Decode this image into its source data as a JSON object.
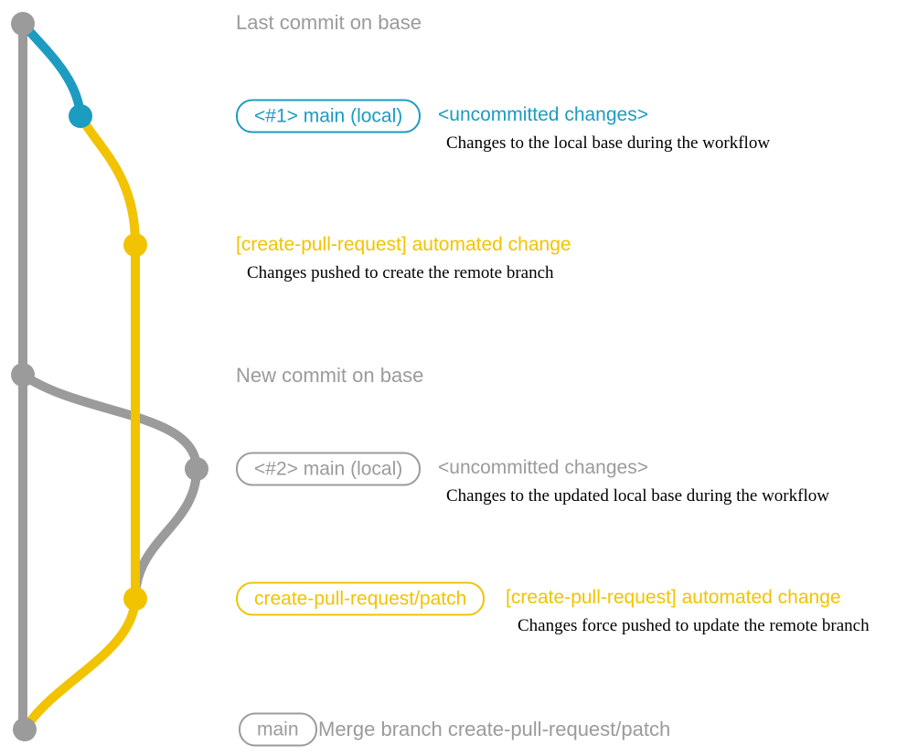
{
  "colors": {
    "gray": "#9b9b9b",
    "blue": "#1b9cc0",
    "yellow": "#f2c300",
    "ink": "#000000",
    "background": "#ffffff"
  },
  "annotations": {
    "last_commit_label": "Last commit on base",
    "new_commit_label": "New commit on base",
    "local1": {
      "badge": "<#1> main (local)",
      "status": "<uncommitted changes>",
      "description": "Changes to the local base during the workflow"
    },
    "push1": {
      "title": "[create-pull-request] automated change",
      "description": "Changes pushed to create the remote branch"
    },
    "local2": {
      "badge": "<#2> main (local)",
      "status": "<uncommitted changes>",
      "description": "Changes to the updated local base during the workflow"
    },
    "push2": {
      "badge": "create-pull-request/patch",
      "title": "[create-pull-request] automated change",
      "description": "Changes force pushed to update the remote branch"
    },
    "merge": {
      "badge": "main",
      "title": "Merge branch create-pull-request/patch"
    }
  },
  "diagram": {
    "type": "git-graph",
    "branches": [
      {
        "name": "base",
        "color": "gray"
      },
      {
        "name": "main (local) #1",
        "color": "blue"
      },
      {
        "name": "create-pull-request/patch",
        "color": "yellow"
      },
      {
        "name": "main (local) #2",
        "color": "gray"
      }
    ],
    "commits": [
      {
        "order": 1,
        "color": "gray",
        "label": "Last commit on base"
      },
      {
        "order": 2,
        "color": "blue",
        "label": "<#1> main (local) <uncommitted changes>"
      },
      {
        "order": 3,
        "color": "yellow",
        "label": "[create-pull-request] automated change"
      },
      {
        "order": 4,
        "color": "gray",
        "label": "New commit on base"
      },
      {
        "order": 5,
        "color": "gray",
        "label": "<#2> main (local) <uncommitted changes>"
      },
      {
        "order": 6,
        "color": "yellow",
        "label": "[create-pull-request] automated change"
      },
      {
        "order": 7,
        "color": "gray",
        "label": "Merge branch create-pull-request/patch"
      }
    ]
  }
}
